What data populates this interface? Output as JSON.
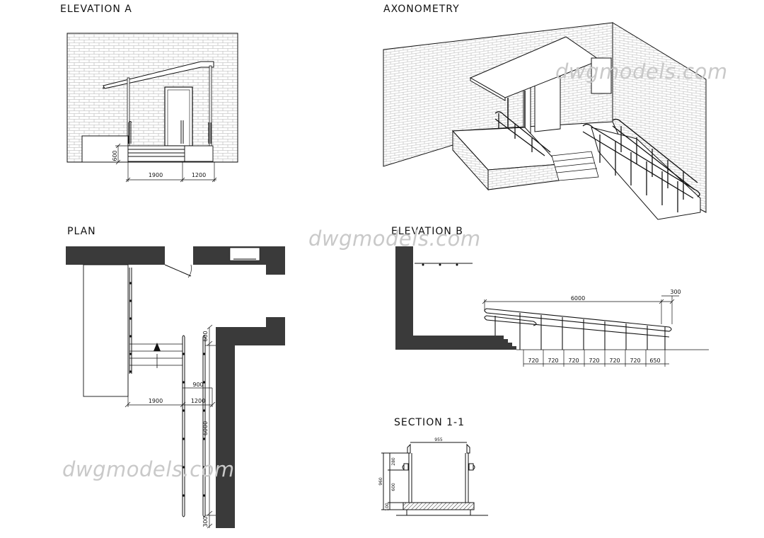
{
  "titles": {
    "elevation_a": "ELEVATION A",
    "axonometry": "AXONOMETRY",
    "plan": "PLAN",
    "elevation_b": "ELEVATION B",
    "section": "SECTION 1-1"
  },
  "watermark": "dwgmodels.com",
  "elevation_a_dims": {
    "height": "600",
    "left": "1900",
    "right": "1200"
  },
  "plan_dims": {
    "d600": "600",
    "d900": "900",
    "d1900": "1900",
    "d1200": "1200",
    "d6000": "6000",
    "d300": "300"
  },
  "elevation_b_dims": {
    "total": "6000",
    "end": "300",
    "spacing": [
      "720",
      "720",
      "720",
      "720",
      "720",
      "720",
      "650"
    ]
  },
  "section_dims": {
    "width": "955",
    "top": "280",
    "mid": "600",
    "total": "960",
    "bottom": "100"
  },
  "colors": {
    "wall": "#3a3a3a",
    "line": "#111111",
    "watermark": "#c9c9c9"
  }
}
